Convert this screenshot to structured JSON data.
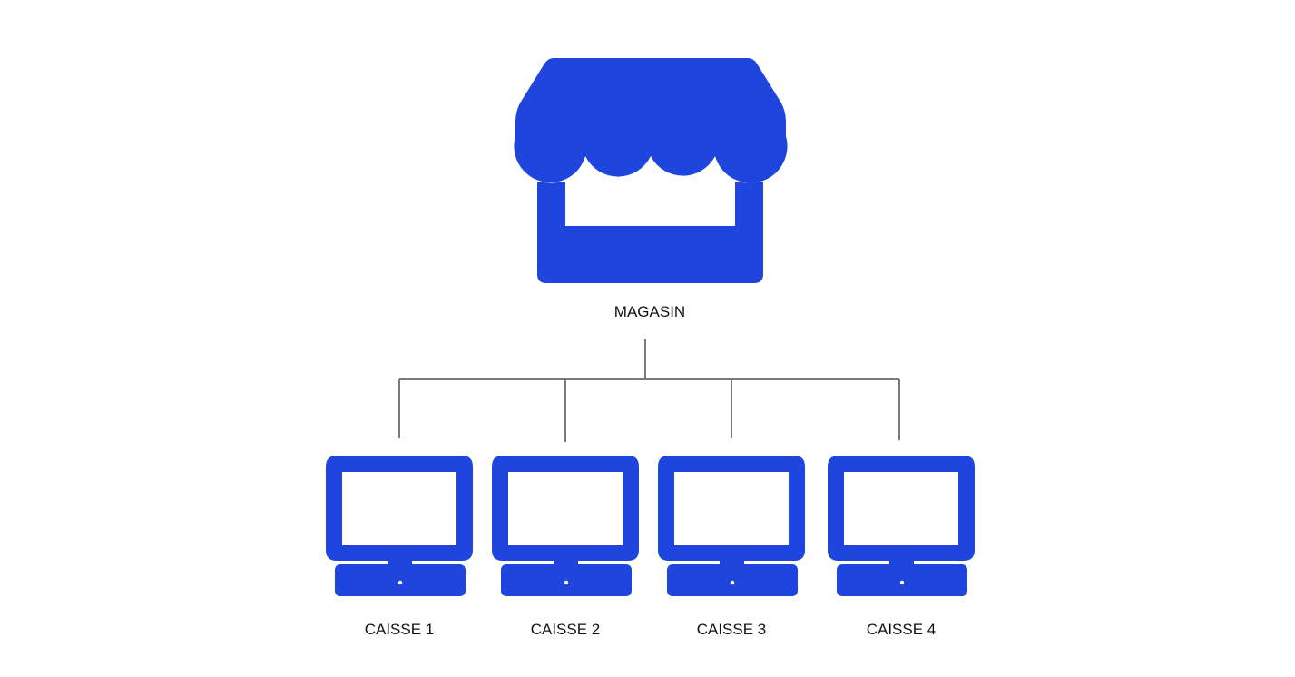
{
  "colors": {
    "icon": "#1e45dd",
    "connector": "#7a7a7a"
  },
  "store": {
    "label": "MAGASIN",
    "icon": "store-icon"
  },
  "registers": [
    {
      "label": "CAISSE 1",
      "icon": "computer-icon"
    },
    {
      "label": "CAISSE 2",
      "icon": "computer-icon"
    },
    {
      "label": "CAISSE 3",
      "icon": "computer-icon"
    },
    {
      "label": "CAISSE 4",
      "icon": "computer-icon"
    }
  ]
}
